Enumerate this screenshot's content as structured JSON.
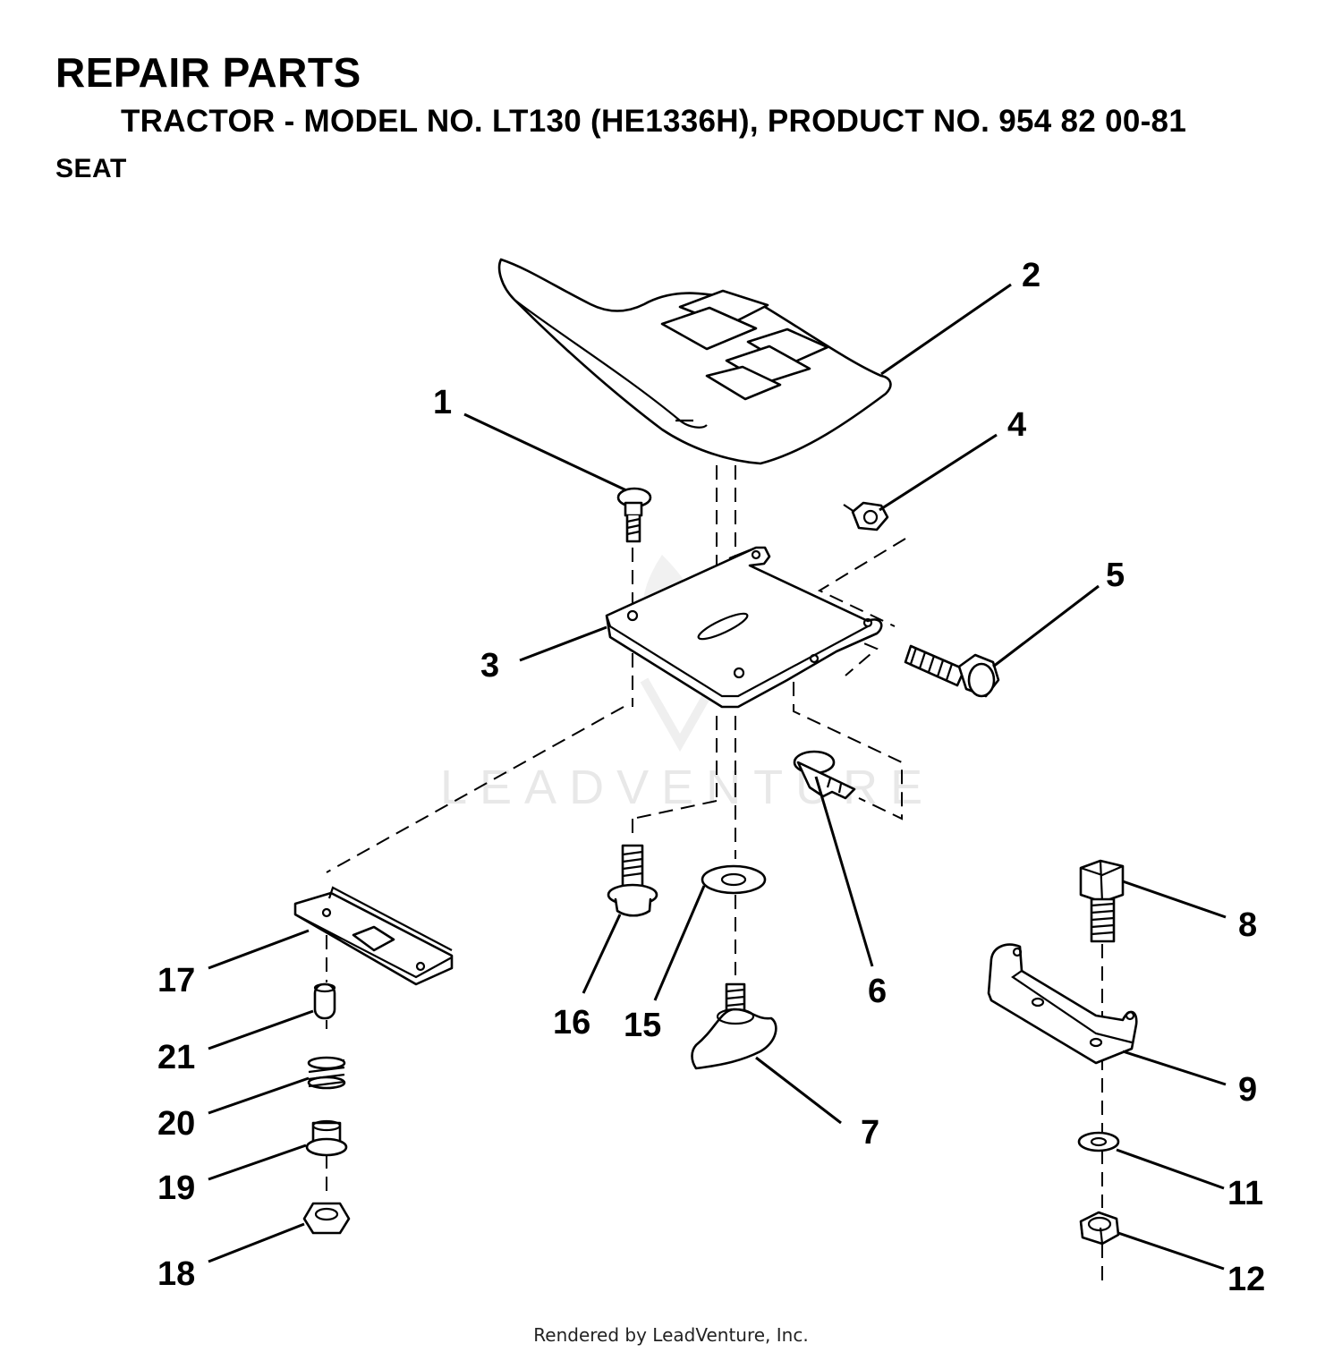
{
  "header": {
    "title": "REPAIR PARTS",
    "subtitle": "TRACTOR - MODEL NO. LT130 (HE1336H), PRODUCT NO. 954 82 00-81",
    "section": "SEAT"
  },
  "watermark": {
    "text": "LEADVENTURE"
  },
  "callouts": [
    "1",
    "2",
    "3",
    "4",
    "5",
    "6",
    "7",
    "8",
    "9",
    "11",
    "12",
    "15",
    "16",
    "17",
    "18",
    "19",
    "20",
    "21"
  ],
  "footer": {
    "credit": "Rendered by LeadVenture, Inc."
  }
}
